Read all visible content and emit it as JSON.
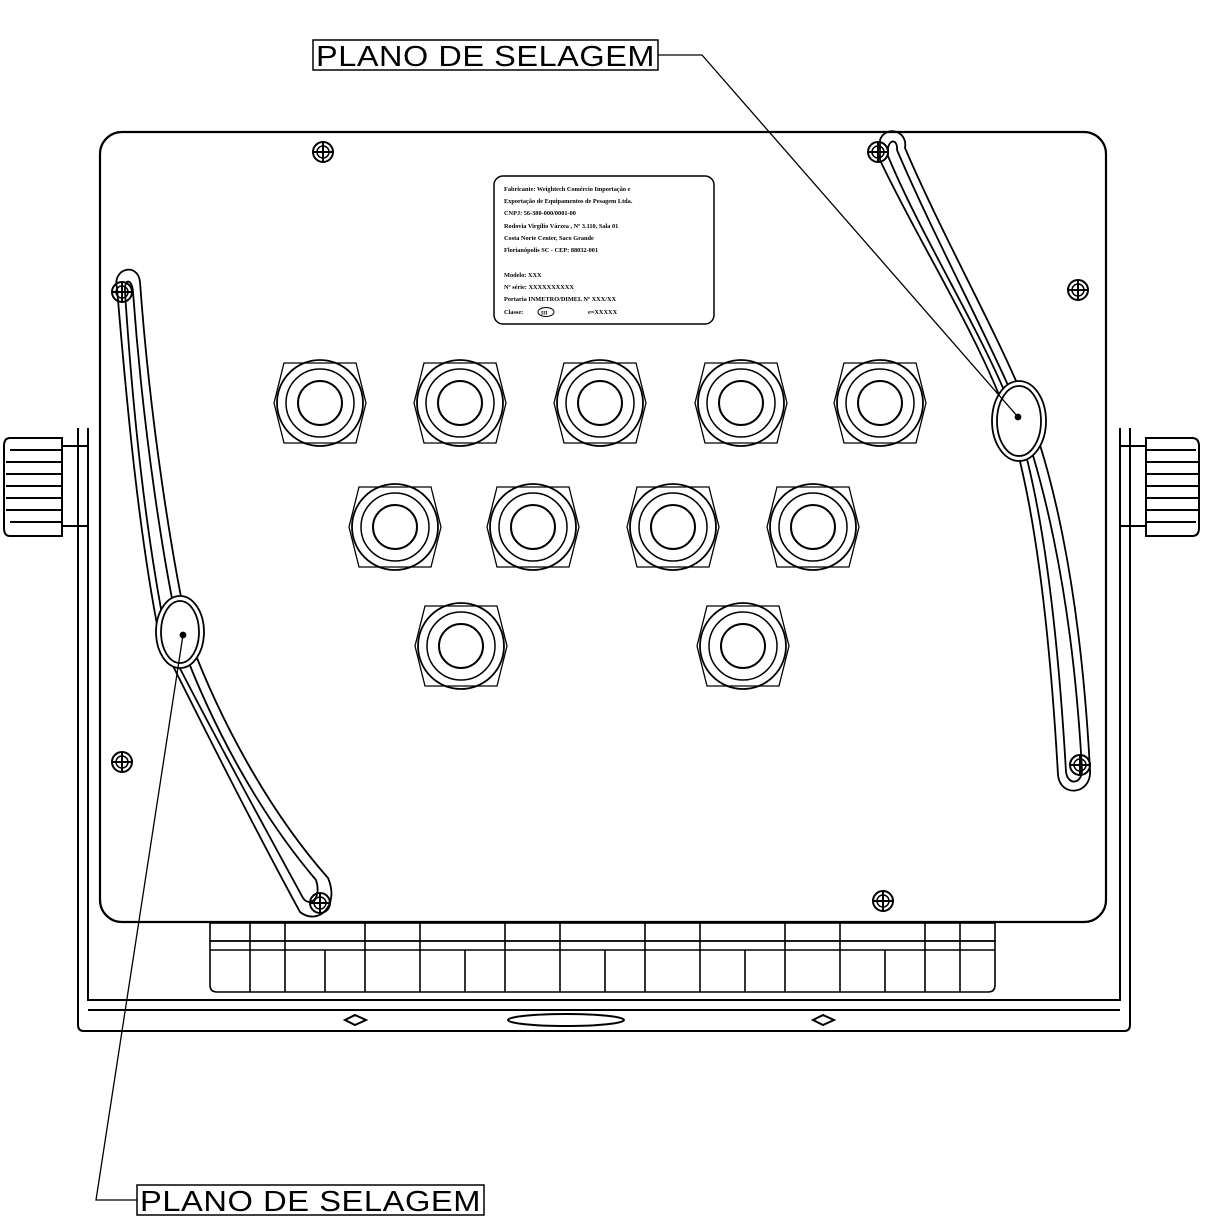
{
  "callouts": {
    "top": {
      "label": "PLANO DE SELAGEM"
    },
    "bottom": {
      "label": "PLANO DE SELAGEM"
    }
  },
  "nameplate": {
    "lines": [
      "Fabricante: Weightech Comércio Importação e",
      "Exportação de Equipamentos de Pesagem Ltda.",
      "CNPJ:  56-380-000/0001-00",
      "Rodovia Virgílio Várzea , Nº 3.110, Sala 01",
      "Costa Norte Center, Saco Grande",
      "Florianópolis SC - CEP: 88032-001",
      "",
      "Modelo: XXX",
      "Nº série: XXXXXXXXXX",
      "Portaria INMETRO/DIMEL Nº XXX/XX",
      "Classe:",
      "e=XXXXX"
    ],
    "class_symbol": "III"
  },
  "colors": {
    "line": "#000000",
    "background": "#ffffff"
  }
}
